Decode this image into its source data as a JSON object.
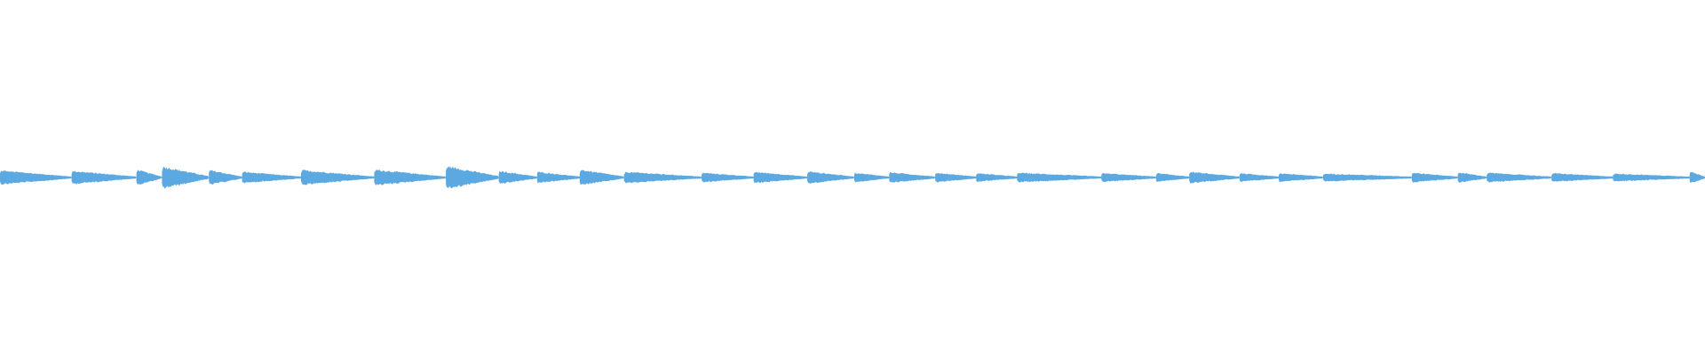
{
  "waveform": {
    "color": "#5ba9e0",
    "background": "#ffffff",
    "segments": [
      {
        "start": 0.0,
        "end": 0.042,
        "amplitude": 0.32
      },
      {
        "start": 0.042,
        "end": 0.08,
        "amplitude": 0.3
      },
      {
        "start": 0.08,
        "end": 0.095,
        "amplitude": 0.36
      },
      {
        "start": 0.095,
        "end": 0.1225,
        "amplitude": 0.5
      },
      {
        "start": 0.1225,
        "end": 0.142,
        "amplitude": 0.34
      },
      {
        "start": 0.142,
        "end": 0.1765,
        "amplitude": 0.26
      },
      {
        "start": 0.1765,
        "end": 0.2195,
        "amplitude": 0.34
      },
      {
        "start": 0.2195,
        "end": 0.2615,
        "amplitude": 0.36
      },
      {
        "start": 0.2615,
        "end": 0.2925,
        "amplitude": 0.52
      },
      {
        "start": 0.2925,
        "end": 0.315,
        "amplitude": 0.3
      },
      {
        "start": 0.315,
        "end": 0.34,
        "amplitude": 0.26
      },
      {
        "start": 0.34,
        "end": 0.366,
        "amplitude": 0.36
      },
      {
        "start": 0.366,
        "end": 0.4115,
        "amplitude": 0.26
      },
      {
        "start": 0.4115,
        "end": 0.442,
        "amplitude": 0.22
      },
      {
        "start": 0.442,
        "end": 0.4735,
        "amplitude": 0.26
      },
      {
        "start": 0.4735,
        "end": 0.501,
        "amplitude": 0.28
      },
      {
        "start": 0.501,
        "end": 0.5215,
        "amplitude": 0.22
      },
      {
        "start": 0.5215,
        "end": 0.5485,
        "amplitude": 0.24
      },
      {
        "start": 0.5485,
        "end": 0.5725,
        "amplitude": 0.22
      },
      {
        "start": 0.5725,
        "end": 0.5965,
        "amplitude": 0.2
      },
      {
        "start": 0.5965,
        "end": 0.646,
        "amplitude": 0.22
      },
      {
        "start": 0.646,
        "end": 0.678,
        "amplitude": 0.2
      },
      {
        "start": 0.678,
        "end": 0.6975,
        "amplitude": 0.2
      },
      {
        "start": 0.6975,
        "end": 0.727,
        "amplitude": 0.26
      },
      {
        "start": 0.727,
        "end": 0.75,
        "amplitude": 0.2
      },
      {
        "start": 0.75,
        "end": 0.776,
        "amplitude": 0.2
      },
      {
        "start": 0.776,
        "end": 0.828,
        "amplitude": 0.18
      },
      {
        "start": 0.828,
        "end": 0.855,
        "amplitude": 0.22
      },
      {
        "start": 0.855,
        "end": 0.872,
        "amplitude": 0.24
      },
      {
        "start": 0.872,
        "end": 0.91,
        "amplitude": 0.22
      },
      {
        "start": 0.91,
        "end": 0.946,
        "amplitude": 0.2
      },
      {
        "start": 0.946,
        "end": 0.991,
        "amplitude": 0.18
      },
      {
        "start": 0.991,
        "end": 1.0,
        "amplitude": 0.28
      }
    ]
  }
}
